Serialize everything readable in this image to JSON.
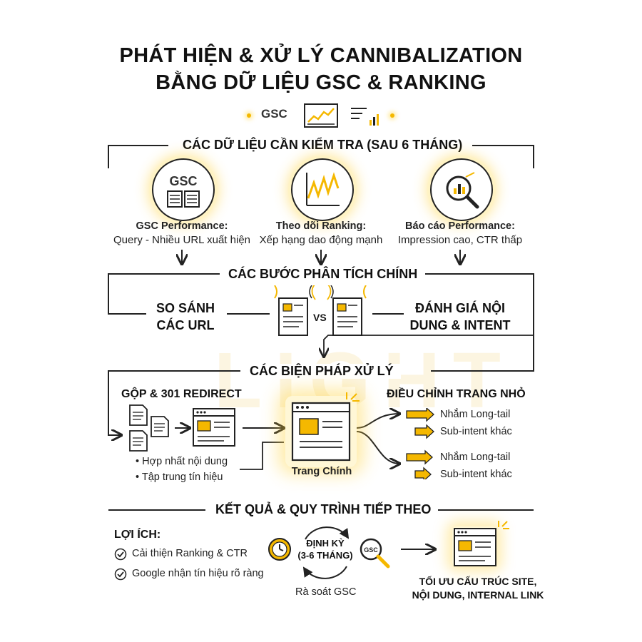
{
  "title": {
    "line1": "PHÁT HIỆN & XỬ LÝ CANNIBALIZATION",
    "line2": "BẰNG DỮ LIỆU GSC & RANKING",
    "icon_label": "GSC"
  },
  "section1": {
    "title": "CÁC DỮ LIỆU CẦN KIỂM TRA (SAU 6 THÁNG)",
    "items": [
      {
        "icon": "gsc-icon",
        "icon_text": "GSC",
        "heading": "GSC Performance:",
        "text": "Query - Nhiều URL xuất hiện"
      },
      {
        "icon": "ranking-chart-icon",
        "heading": "Theo dõi Ranking:",
        "text": "Xếp hạng dao động mạnh"
      },
      {
        "icon": "magnifier-report-icon",
        "heading": "Báo cáo Performance:",
        "text": "Impression cao, CTR thấp"
      }
    ]
  },
  "section2": {
    "title": "CÁC BƯỚC PHÂN TÍCH CHÍNH",
    "left_line1": "SO SÁNH",
    "left_line2": "CÁC URL",
    "vs": "VS",
    "right_line1": "ĐÁNH GIÁ NỘI",
    "right_line2": "DUNG & INTENT"
  },
  "section3": {
    "title": "CÁC BIỆN PHÁP XỬ LÝ",
    "merge_title": "GỘP & 301 REDIRECT",
    "merge_bullets": [
      "• Hợp nhất nội dung",
      "• Tập trung tín hiệu"
    ],
    "main_page_label": "Trang Chính",
    "adjust_title": "ĐIỀU CHỈNH TRANG NHỎ",
    "adjust_items": [
      "Nhắm Long-tail",
      "Sub-intent khác",
      "Nhắm Long-tail",
      "Sub-intent khác"
    ]
  },
  "section4": {
    "title": "KẾT QUẢ & QUY TRÌNH TIẾP THEO",
    "benefits_title": "LỢI ÍCH:",
    "benefits": [
      "Cải thiện Ranking & CTR",
      "Google nhận tín hiệu rõ ràng"
    ],
    "cycle_line1": "ĐỊNH KỲ",
    "cycle_line2": "(3-6 THÁNG)",
    "cycle_caption": "Rà soát GSC",
    "magnifier_text": "GSC",
    "result_line1": "TỐI ƯU CẤU TRÚC SITE,",
    "result_line2": "NỘI DUNG, INTERNAL LINK"
  },
  "watermark": "LIGHT",
  "colors": {
    "accent": "#f5b800",
    "glow": "#ffe27a",
    "line": "#222222"
  }
}
